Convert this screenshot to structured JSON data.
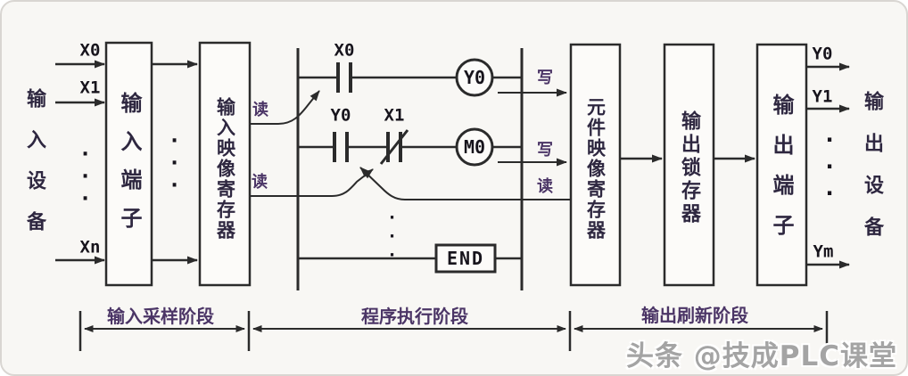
{
  "colors": {
    "line": "#2b2b2b",
    "box_fill": "#fcfbf9",
    "background": "#f8f7f4",
    "cjk_text": "#2e2740",
    "annotation_purple": "#4b3566",
    "watermark_gray": "#a4a4a4"
  },
  "input_section": {
    "device_label": "输入设备",
    "signals": [
      "X0",
      "X1",
      "Xn"
    ],
    "device_dots": "···",
    "terminal_box_label": "输入端子",
    "terminal_dots": "···",
    "image_register_box_label": "输入映像寄存器",
    "read_label_top": "读",
    "read_label_bottom": "读"
  },
  "ladder": {
    "rung1": {
      "contact_label": "X0",
      "coil_label": "Y0"
    },
    "rung2": {
      "contact1_label": "Y0",
      "contact2_label": "X1",
      "coil_label": "M0"
    },
    "dots": "···",
    "end_label": "END",
    "write_label_1": "写",
    "write_label_2": "写",
    "read_label": "读"
  },
  "output_section": {
    "element_register_box_label": "元件映像寄存器",
    "latch_box_label": "输出锁存器",
    "terminal_box_label": "输出端子",
    "signals": [
      "Y0",
      "Y1",
      "Ym"
    ],
    "signal_dots": "···",
    "device_label": "输出设备"
  },
  "stages": [
    {
      "label": "输入采样阶段"
    },
    {
      "label": "程序执行阶段"
    },
    {
      "label": "输出刷新阶段"
    }
  ],
  "watermark": "头条 @技成PLC课堂"
}
